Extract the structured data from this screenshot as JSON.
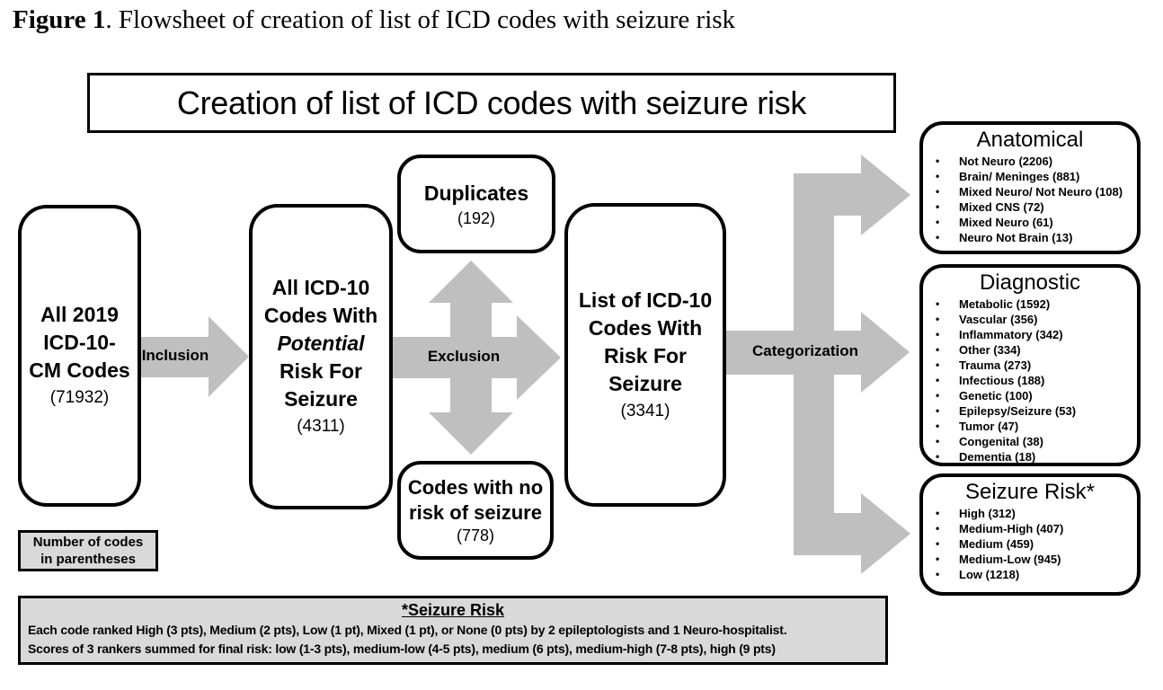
{
  "caption": {
    "bold": "Figure 1",
    "rest": ". Flowsheet of creation of list of ICD codes with seizure risk"
  },
  "banner": {
    "title": "Creation of list of ICD codes with seizure risk"
  },
  "flow": {
    "source_box": {
      "lines": [
        "All 2019",
        "ICD-10-",
        "CM Codes"
      ],
      "count": "(71932)"
    },
    "inclusion_label": "Inclusion",
    "potential_box": {
      "line1": "All ICD-10",
      "line2": "Codes With",
      "italic_line": "Potential",
      "line3": "Risk For",
      "line4": "Seizure",
      "count": "(4311)"
    },
    "exclusion_label": "Exclusion",
    "duplicates_box": {
      "title": "Duplicates",
      "count": "(192)"
    },
    "no_risk_box": {
      "line1": "Codes with no",
      "line2": "risk of seizure",
      "count": "(778)"
    },
    "list_box": {
      "lines": [
        "List of ICD-10",
        "Codes With",
        "Risk For",
        "Seizure"
      ],
      "count": "(3341)"
    },
    "categorization_label": "Categorization"
  },
  "categories": [
    {
      "title": "Anatomical",
      "items": [
        "Not Neuro (2206)",
        "Brain/ Meninges (881)",
        "Mixed Neuro/ Not Neuro (108)",
        "Mixed CNS (72)",
        "Mixed Neuro (61)",
        "Neuro Not Brain (13)"
      ]
    },
    {
      "title": "Diagnostic",
      "items": [
        "Metabolic (1592)",
        "Vascular (356)",
        "Inflammatory (342)",
        "Other (334)",
        "Trauma (273)",
        "Infectious (188)",
        "Genetic (100)",
        "Epilepsy/Seizure (53)",
        "Tumor (47)",
        "Congenital (38)",
        "Dementia (18)"
      ]
    },
    {
      "title": "Seizure Risk*",
      "items": [
        "High (312)",
        "Medium-High (407)",
        "Medium (459)",
        "Medium-Low (945)",
        "Low (1218)"
      ]
    }
  ],
  "legend": {
    "line1": "Number of codes",
    "line2": "in parentheses"
  },
  "footnote": {
    "title": "*Seizure Risk",
    "line1": "Each code ranked High (3 pts), Medium (2 pts), Low (1 pt), Mixed (1 pt), or None (0 pts) by 2 epileptologists and 1 Neuro-hospitalist.",
    "line2": "Scores of 3 rankers summed for final risk: low (1-3 pts), medium-low (4-5 pts), medium (6 pts), medium-high (7-8 pts), high (9 pts)"
  },
  "colors": {
    "arrow_gray": "#bfbfbf",
    "panel_gray": "#d9d9d9",
    "line_black": "#000000"
  }
}
